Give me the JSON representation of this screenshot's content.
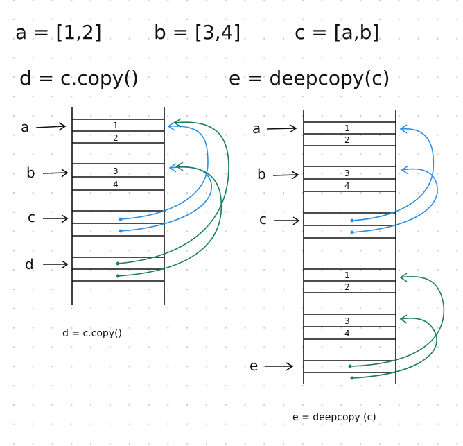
{
  "definitions": {
    "a": "a = [1,2]",
    "b": "b = [3,4]",
    "c": "c = [a,b]",
    "d": "d = c.copy()",
    "e": "e = deepcopy(c)"
  },
  "left_diagram": {
    "labels": {
      "a": "a",
      "b": "b",
      "c": "c",
      "d": "d"
    },
    "a_cells": [
      "1",
      "2"
    ],
    "b_cells": [
      "3",
      "4"
    ],
    "caption": "d = c.copy()"
  },
  "right_diagram": {
    "labels": {
      "a": "a",
      "b": "b",
      "c": "c",
      "e": "e"
    },
    "a_cells": [
      "1",
      "2"
    ],
    "b_cells": [
      "3",
      "4"
    ],
    "copy_a_cells": [
      "1",
      "2"
    ],
    "copy_b_cells": [
      "3",
      "4"
    ],
    "caption": "e = deepcopy (c)"
  },
  "colors": {
    "ink": "#111111",
    "blue_pointer": "#2b8fe6",
    "green_pointer": "#1a7f5a"
  }
}
